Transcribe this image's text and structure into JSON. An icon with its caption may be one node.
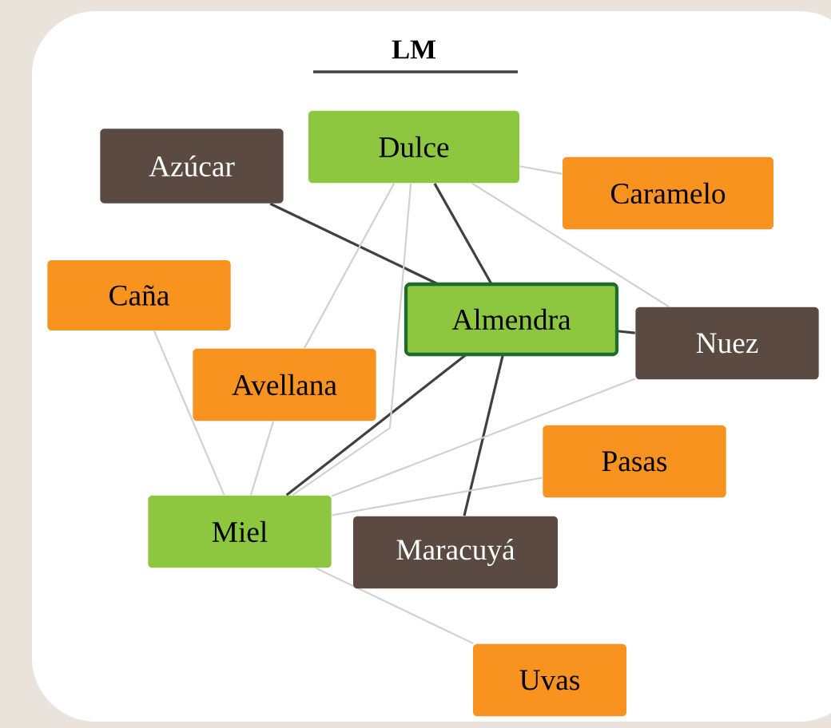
{
  "diagram": {
    "title": "LM",
    "nodes": [
      {
        "text": [
          "Dulce"
        ]
      },
      {
        "text": [
          "Azúcar"
        ]
      },
      {
        "text": [
          "Caramelo"
        ]
      },
      {
        "text": [
          "Caña"
        ]
      },
      {
        "text": [
          "Almendra"
        ]
      },
      {
        "text": [
          "Nuez"
        ]
      },
      {
        "text": [
          "Avellana"
        ]
      },
      {
        "text": [
          "Pasas"
        ]
      },
      {
        "text": [
          "Miel"
        ]
      },
      {
        "text": [
          "Maracuyá"
        ]
      },
      {
        "text": [
          "Uvas"
        ]
      }
    ],
    "edges": [
      {
        "from": 1,
        "to": 4,
        "arrow": "none",
        "color": "#404040"
      },
      {
        "from": 0,
        "to": 4,
        "arrow": "none",
        "color": "#404040"
      },
      {
        "from": 4,
        "to": 5,
        "arrow": "none",
        "color": "#404040"
      },
      {
        "from": 8,
        "to": 4,
        "arrow": "none",
        "color": "#404040"
      },
      {
        "from": 4,
        "to": 9,
        "arrow": "none",
        "color": "#404040"
      },
      {
        "from": 0,
        "to": 2,
        "arrow": "none"
      },
      {
        "from": 0,
        "to": 5,
        "arrow": "none"
      },
      {
        "from": 0,
        "to": 8,
        "arrow": "none"
      },
      {
        "from": 0,
        "to": 6,
        "arrow": "none"
      },
      {
        "from": 3,
        "to": 8,
        "arrow": "none"
      },
      {
        "from": 6,
        "to": 8,
        "arrow": "none"
      },
      {
        "from": 8,
        "to": 5,
        "arrow": "none"
      },
      {
        "from": 8,
        "to": 7,
        "arrow": "none"
      },
      {
        "from": 8,
        "to": 10,
        "arrow": "none"
      }
    ]
  }
}
